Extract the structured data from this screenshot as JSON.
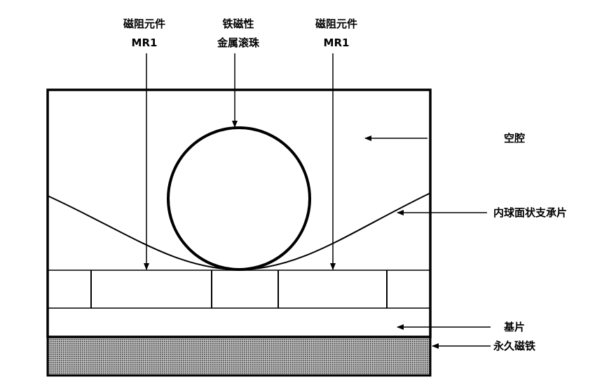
{
  "labels": {
    "mr_left_1": "磁阻元件",
    "mr_left_2": "MR1",
    "ball_1": "铁磁性",
    "ball_2": "金属滚珠",
    "mr_right_1": "磁阻元件",
    "mr_right_2": "MR1",
    "cavity": "空腔",
    "support": "内球面状支承片",
    "substrate": "基片",
    "magnet": "永久磁铁"
  }
}
